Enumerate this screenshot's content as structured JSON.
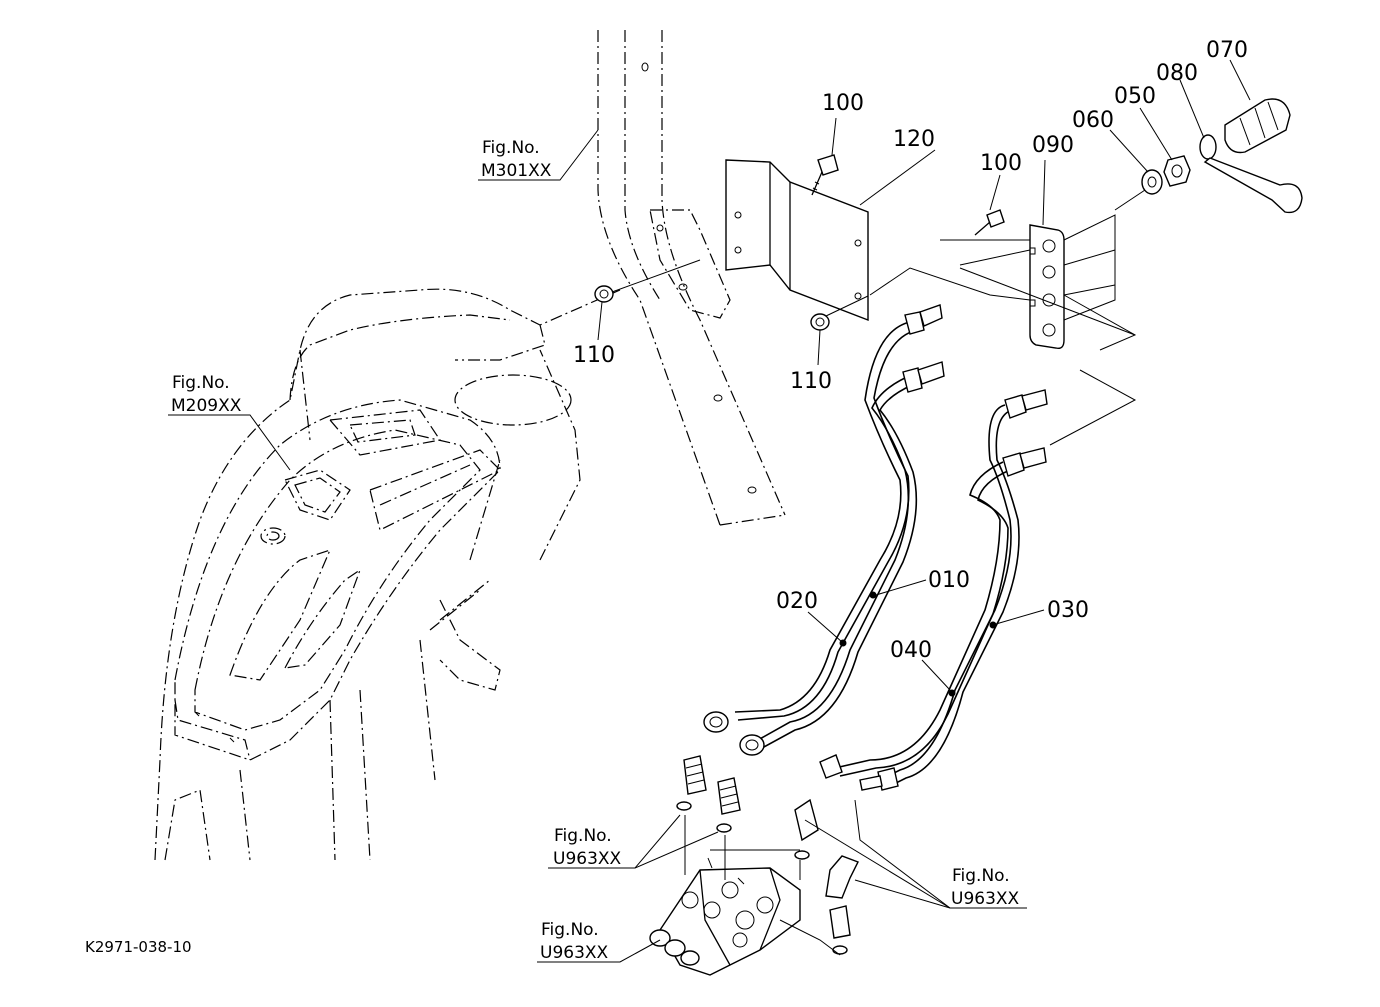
{
  "diagram_code": "K2971-038-10",
  "part_callouts": {
    "p010": "010",
    "p020": "020",
    "p030": "030",
    "p040": "040",
    "p050": "050",
    "p060": "060",
    "p070": "070",
    "p080": "080",
    "p090": "090",
    "p100a": "100",
    "p100b": "100",
    "p110a": "110",
    "p110b": "110",
    "p120": "120"
  },
  "figure_refs": {
    "m301": {
      "label": "Fig.No.",
      "number": "M301XX"
    },
    "m209": {
      "label": "Fig.No.",
      "number": "M209XX"
    },
    "u963_left": {
      "label": "Fig.No.",
      "number": "U963XX"
    },
    "u963_bottom": {
      "label": "Fig.No.",
      "number": "U963XX"
    },
    "u963_right": {
      "label": "Fig.No.",
      "number": "U963XX"
    }
  }
}
